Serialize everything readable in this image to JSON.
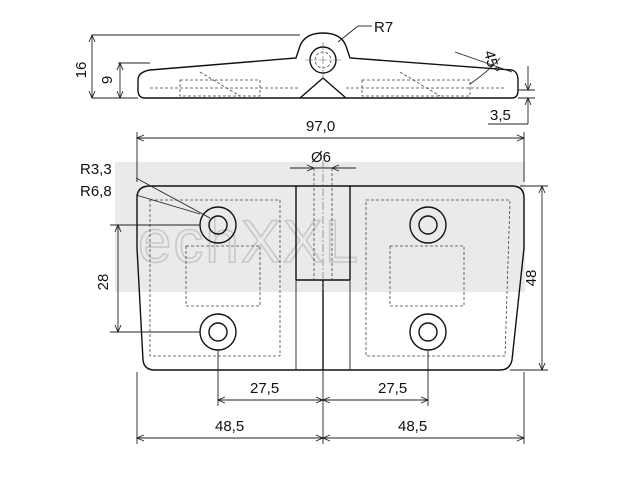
{
  "drawing": {
    "watermark": "echXXL",
    "dimensions": {
      "r7": "R7",
      "angle": "45°",
      "h16": "16",
      "h9": "9",
      "t35": "3,5",
      "w97": "97,0",
      "dia6": "Ø6",
      "r33": "R3,3",
      "r68": "R6,8",
      "v28": "28",
      "v48": "48",
      "h275_left": "27,5",
      "h275_right": "27,5",
      "h485_left": "48,5",
      "h485_right": "48,5"
    }
  }
}
